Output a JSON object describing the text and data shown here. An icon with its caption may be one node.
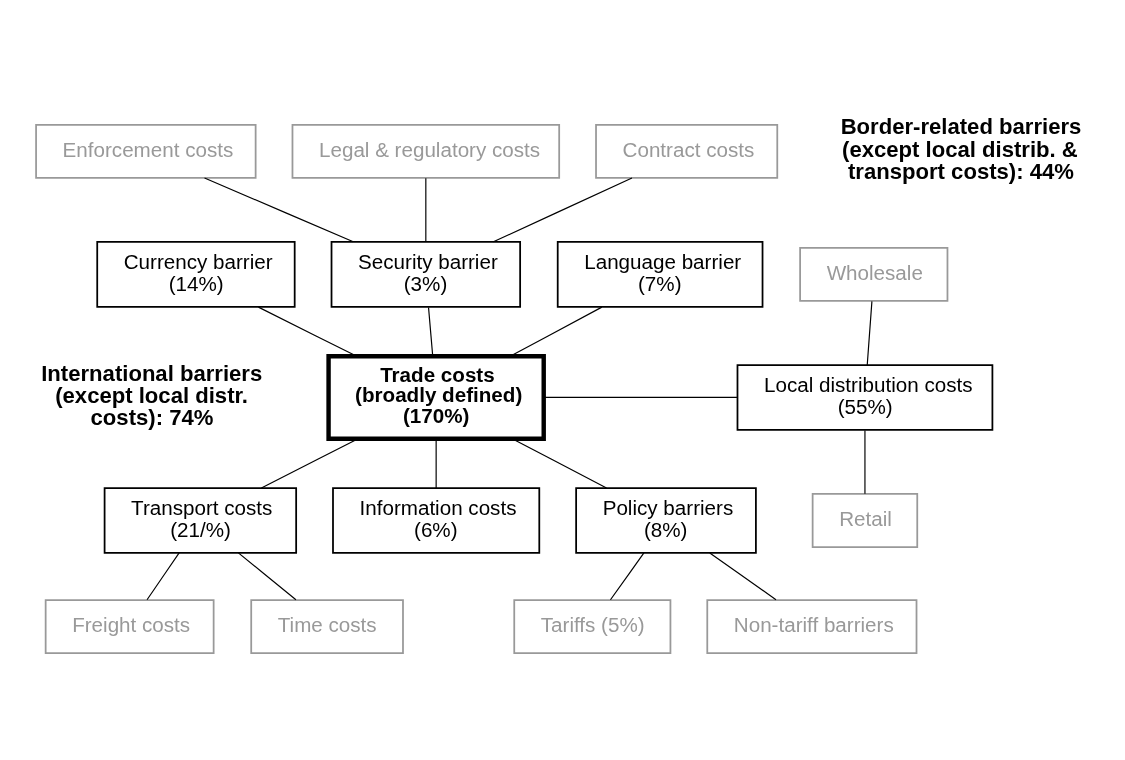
{
  "diagram": {
    "nodes": [
      {
        "text": [
          "Trade costs",
          "(broadly defined)",
          "(170%)"
        ]
      },
      {
        "text": [
          "Currency barrier",
          "(14%)"
        ]
      },
      {
        "text": [
          "Security barrier",
          "(3%)"
        ]
      },
      {
        "text": [
          "Language barrier",
          "(7%)"
        ]
      },
      {
        "text": [
          "Local distribution costs",
          "(55%)"
        ]
      },
      {
        "text": [
          "Transport costs",
          "(21/%)"
        ]
      },
      {
        "text": [
          "Information costs",
          "(6%)"
        ]
      },
      {
        "text": [
          "Policy barriers",
          "(8%)"
        ]
      },
      {
        "text": [
          "Enforcement costs"
        ]
      },
      {
        "text": [
          "Legal & regulatory costs"
        ]
      },
      {
        "text": [
          "Contract costs"
        ]
      },
      {
        "text": [
          "Wholesale"
        ]
      },
      {
        "text": [
          "Retail"
        ]
      },
      {
        "text": [
          "Freight costs"
        ]
      },
      {
        "text": [
          "Time costs"
        ]
      },
      {
        "text": [
          "Tariffs (5%)"
        ]
      },
      {
        "text": [
          "Non-tariff barriers"
        ]
      }
    ],
    "edges": [
      {
        "from": 0,
        "to": 1,
        "arrow": "none"
      },
      {
        "from": 0,
        "to": 2,
        "arrow": "none"
      },
      {
        "from": 0,
        "to": 3,
        "arrow": "none"
      },
      {
        "from": 0,
        "to": 4,
        "arrow": "none"
      },
      {
        "from": 0,
        "to": 5,
        "arrow": "none"
      },
      {
        "from": 0,
        "to": 6,
        "arrow": "none"
      },
      {
        "from": 0,
        "to": 7,
        "arrow": "none"
      },
      {
        "from": 2,
        "to": 8,
        "arrow": "none"
      },
      {
        "from": 2,
        "to": 9,
        "arrow": "none"
      },
      {
        "from": 2,
        "to": 10,
        "arrow": "none"
      },
      {
        "from": 4,
        "to": 11,
        "arrow": "none"
      },
      {
        "from": 4,
        "to": 12,
        "arrow": "none"
      },
      {
        "from": 5,
        "to": 13,
        "arrow": "none"
      },
      {
        "from": 5,
        "to": 14,
        "arrow": "none"
      },
      {
        "from": 7,
        "to": 15,
        "arrow": "none"
      },
      {
        "from": 7,
        "to": 16,
        "arrow": "none"
      }
    ],
    "labels": [
      "Border-related barriers (except local distrib. & transport costs): 44%",
      "International barriers (except local distr. costs): 74%"
    ]
  }
}
